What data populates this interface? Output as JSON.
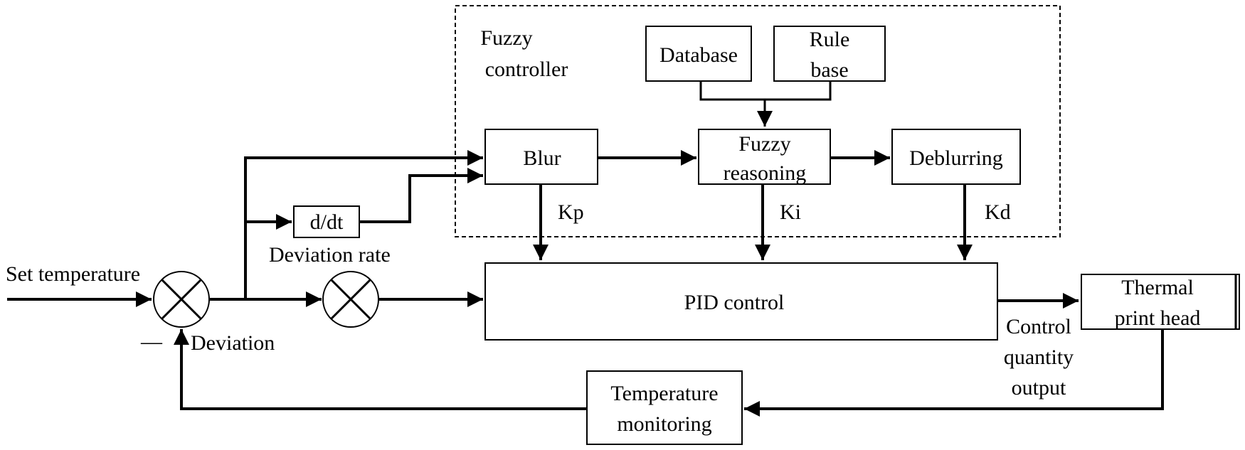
{
  "diagram": {
    "controller_label": [
      "Fuzzy",
      "controller"
    ],
    "database": "Database",
    "rule_base": [
      "Rule",
      "base"
    ],
    "blur": "Blur",
    "fuzzy_reasoning": [
      "Fuzzy",
      "reasoning"
    ],
    "deblurring": "Deblurring",
    "kp": "Kp",
    "ki": "Ki",
    "kd": "Kd",
    "ddt": "d/dt",
    "deviation_rate": "Deviation rate",
    "set_temperature": "Set temperature",
    "minus_sign": "—",
    "deviation": "Deviation",
    "pid_control": "PID control",
    "thermal_print_head": [
      "Thermal",
      "print head"
    ],
    "control_output": [
      "Control",
      "quantity",
      "output"
    ],
    "temperature_monitoring": [
      "Temperature",
      "monitoring"
    ]
  }
}
